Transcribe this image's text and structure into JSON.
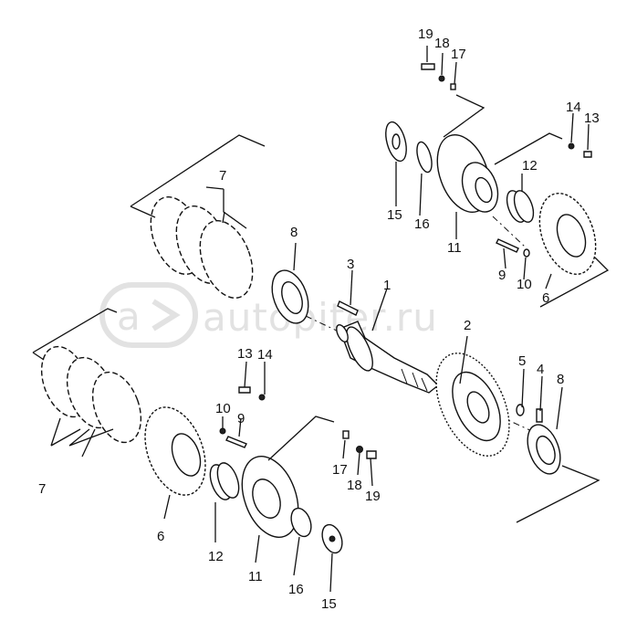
{
  "watermark": {
    "text": "autopiter.ru",
    "logo_icon": "a-arrow-logo-icon"
  },
  "callouts": {
    "p1": "1",
    "p2": "2",
    "p3": "3",
    "p4": "4",
    "p5": "5",
    "p6_right": "6",
    "p6_left": "6",
    "p7_top": "7",
    "p7_bottom": "7",
    "p8_top": "8",
    "p8_bottom": "8",
    "p9_right": "9",
    "p9_left": "9",
    "p10_right": "10",
    "p10_left": "10",
    "p11_right": "11",
    "p11_left": "11",
    "p12_right": "12",
    "p12_left": "12",
    "p13_right": "13",
    "p13_left": "13",
    "p14_right": "14",
    "p14_left": "14",
    "p15_right": "15",
    "p15_left": "15",
    "p16_right": "16",
    "p16_left": "16",
    "p17_right": "17",
    "p17_left": "17",
    "p18_right": "18",
    "p18_left": "18",
    "p19_right": "19",
    "p19_left": "19"
  }
}
